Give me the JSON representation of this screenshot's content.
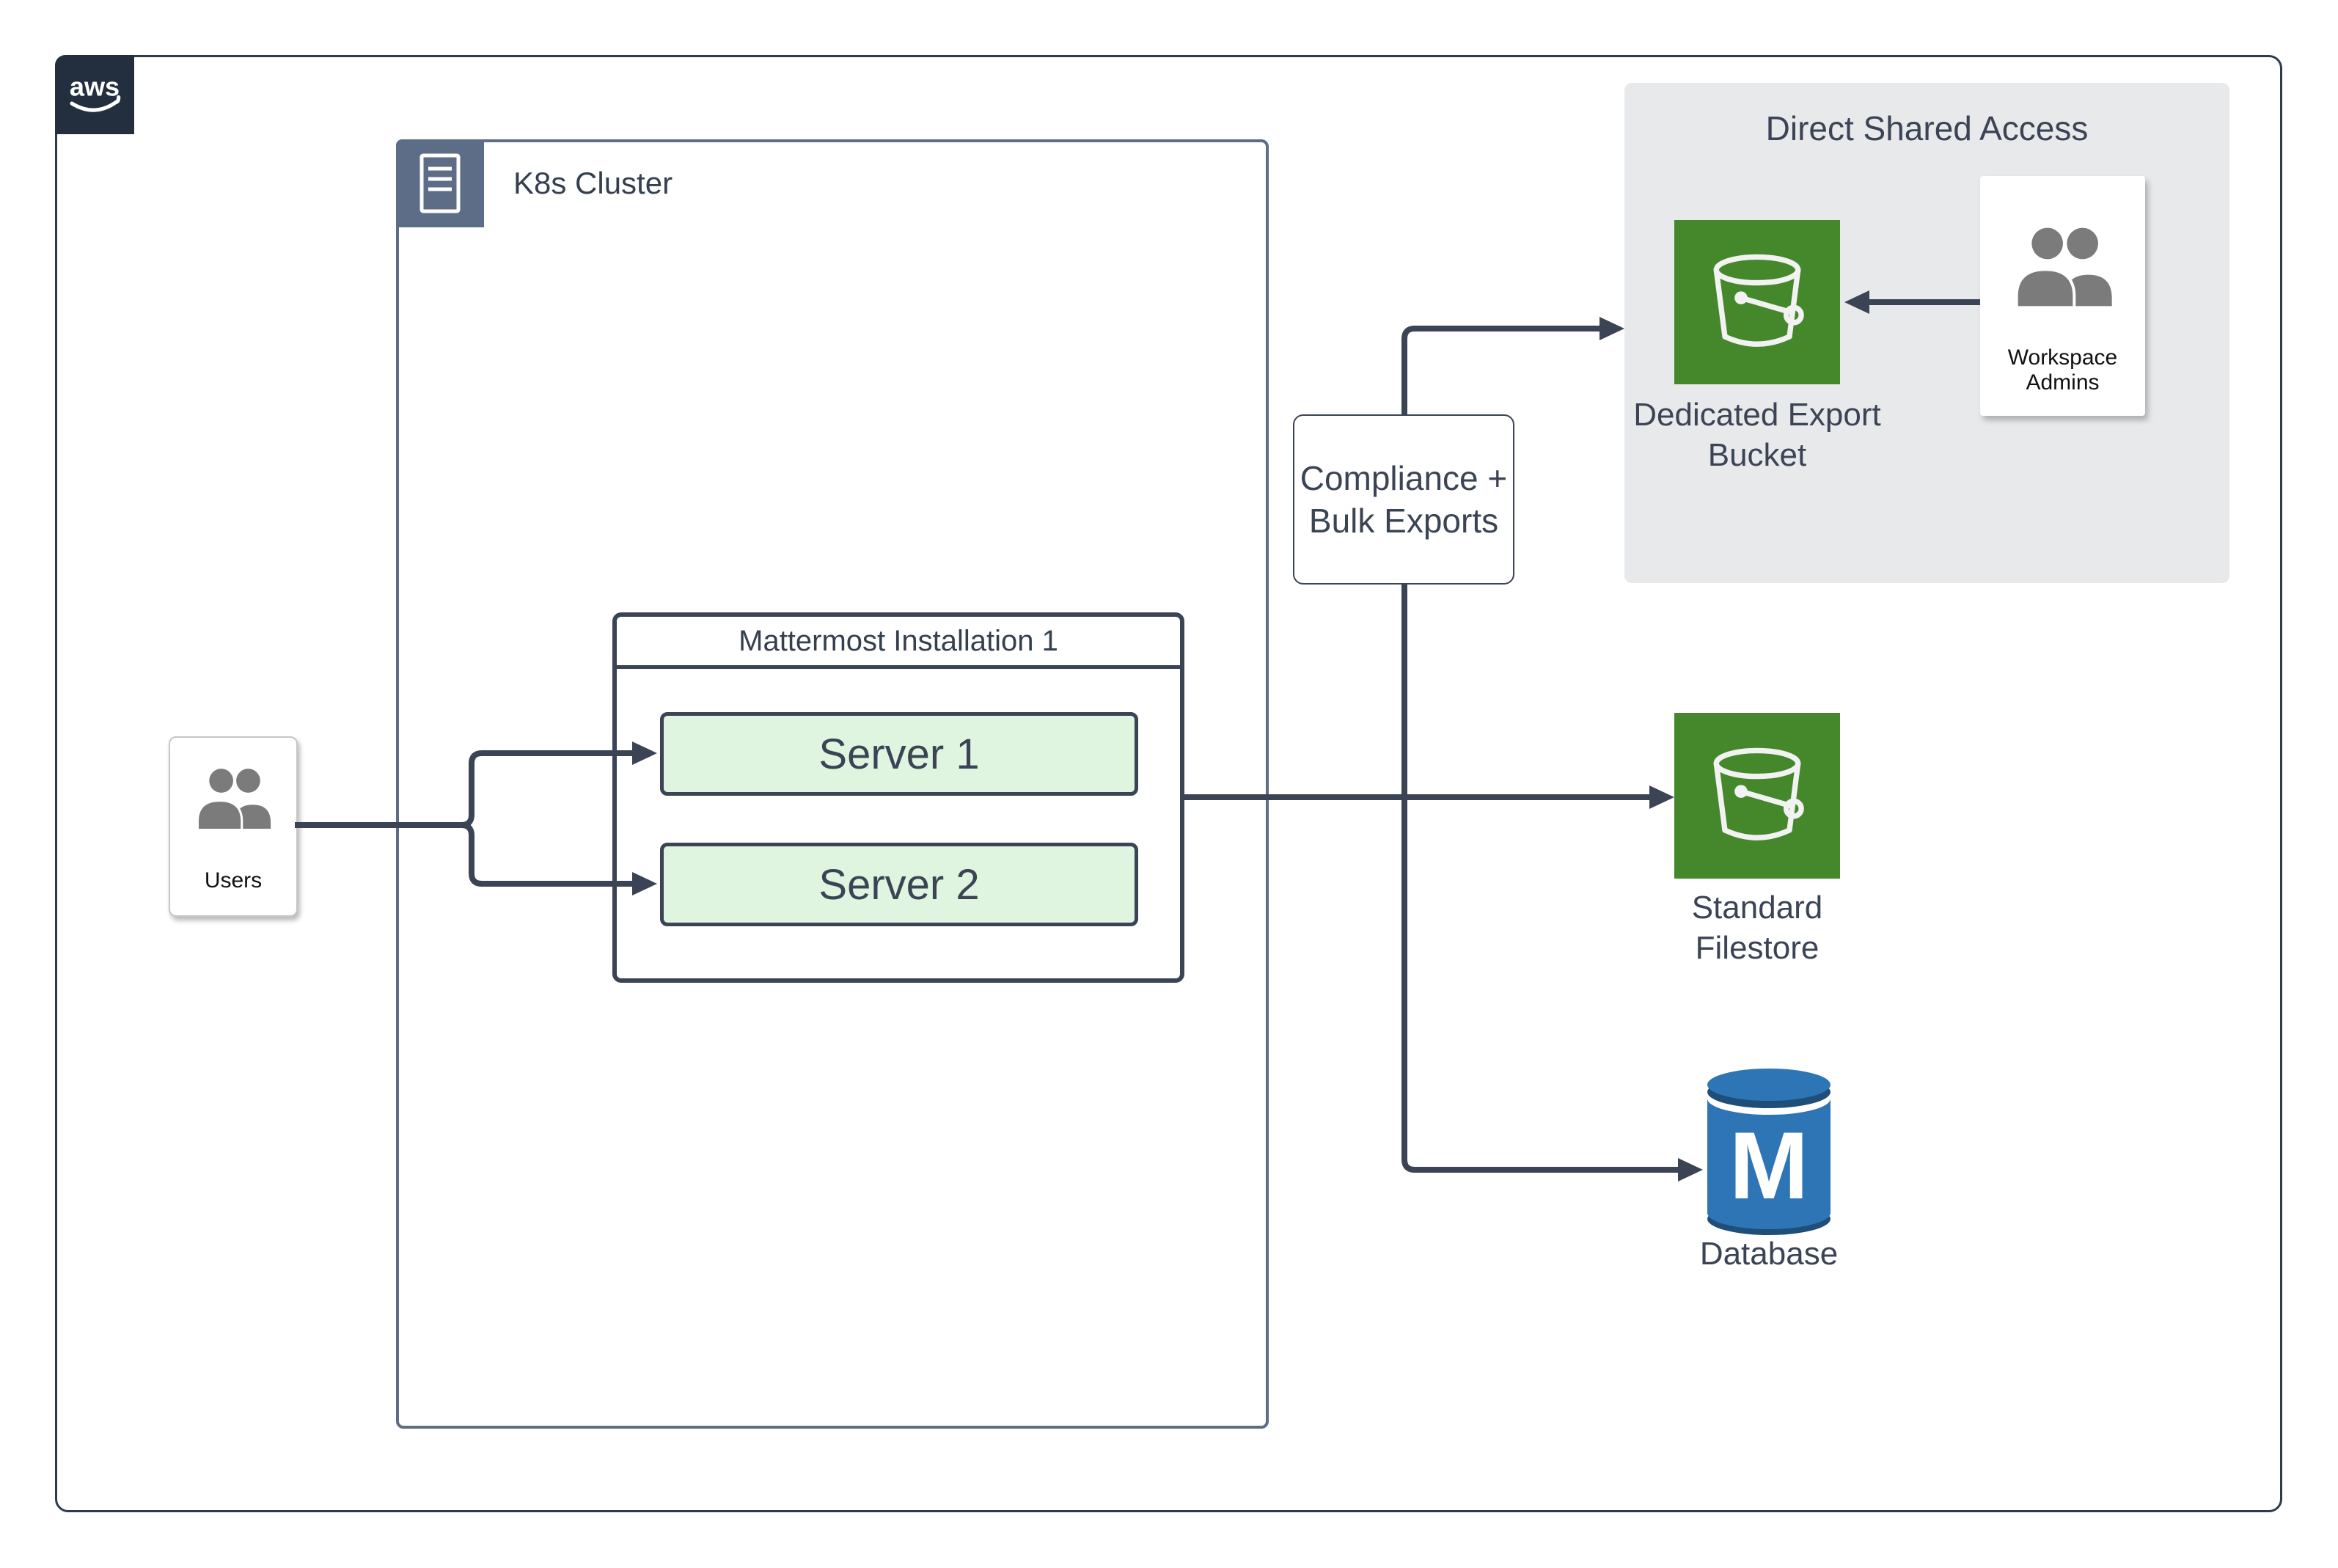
{
  "aws_badge": {
    "logo": "aws"
  },
  "k8s_cluster": {
    "label": "K8s Cluster"
  },
  "users": {
    "label": "Users"
  },
  "mattermost": {
    "title": "Mattermost Installation 1",
    "servers": [
      {
        "label": "Server 1"
      },
      {
        "label": "Server 2"
      }
    ]
  },
  "compliance_node": {
    "line1": "Compliance +",
    "line2": "Bulk Exports"
  },
  "direct_shared_access": {
    "title": "Direct Shared Access",
    "dedicated_bucket": {
      "line1": "Dedicated Export",
      "line2": "Bucket"
    },
    "workspace_admins": {
      "label": "Workspace Admins"
    }
  },
  "standard_filestore": {
    "line1": "Standard",
    "line2": "Filestore"
  },
  "database": {
    "label": "Database",
    "monogram": "M"
  },
  "colors": {
    "aws_navy": "#232F3E",
    "cluster_slate": "#5E6D87",
    "line_dark": "#3A4454",
    "server_fill": "#DFF5DF",
    "bucket_green": "#45882B",
    "panel_gray": "#E8E9EB",
    "database_blue": "#2E75B6",
    "database_dark_blue": "#1F4E79",
    "person_gray": "#7B7B7B"
  }
}
